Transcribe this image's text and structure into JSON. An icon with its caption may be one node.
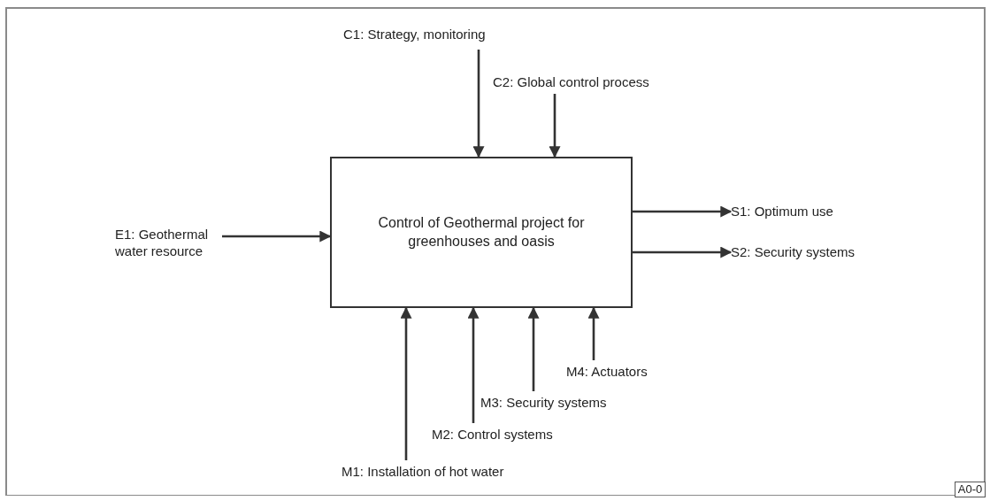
{
  "diagram": {
    "nodes": [
      {
        "text": [
          "Control of Geothermal project for greenhouses and oasis"
        ]
      },
      {
        "text": [
          "C1: Strategy, monitoring"
        ]
      },
      {
        "text": [
          "C2: Global control process"
        ]
      },
      {
        "text": [
          "E1: Geothermal water resource"
        ]
      },
      {
        "text": [
          "S1: Optimum use"
        ]
      },
      {
        "text": [
          "S2: Security systems"
        ]
      },
      {
        "text": [
          "M1: Installation of hot water"
        ]
      },
      {
        "text": [
          "M2: Control systems"
        ]
      },
      {
        "text": [
          "M3: Security systems"
        ]
      },
      {
        "text": [
          "M4: Actuators"
        ]
      },
      {
        "text": [
          "A0-0"
        ]
      }
    ],
    "edges": [
      {
        "from": 1,
        "to": 0,
        "arrow": "to"
      },
      {
        "from": 2,
        "to": 0,
        "arrow": "to"
      },
      {
        "from": 3,
        "to": 0,
        "arrow": "to"
      },
      {
        "from": 0,
        "to": 4,
        "arrow": "to"
      },
      {
        "from": 0,
        "to": 5,
        "arrow": "to"
      },
      {
        "from": 6,
        "to": 0,
        "arrow": "to"
      },
      {
        "from": 7,
        "to": 0,
        "arrow": "to"
      },
      {
        "from": 8,
        "to": 0,
        "arrow": "to"
      },
      {
        "from": 9,
        "to": 0,
        "arrow": "to"
      }
    ]
  }
}
